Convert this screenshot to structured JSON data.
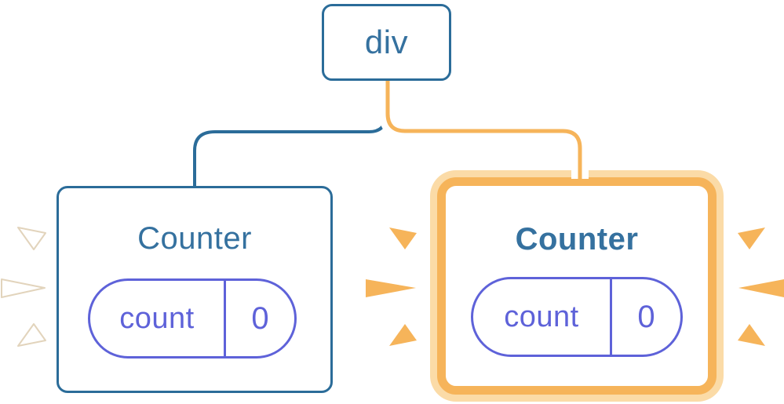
{
  "diagram": {
    "type": "component-tree",
    "root": {
      "label": "div"
    },
    "children": [
      {
        "label": "Counter",
        "highlighted": false,
        "state": {
          "key": "count",
          "value": "0"
        }
      },
      {
        "label": "Counter",
        "highlighted": true,
        "state": {
          "key": "count",
          "value": "0"
        }
      }
    ]
  },
  "colors": {
    "node_border_blue": "#2B6C99",
    "text_blue": "#35719F",
    "connector_blue": "#2B6C99",
    "highlight_orange": "#F6B45A",
    "highlight_glow": "#FBDBA7",
    "connector_casing_white": "#FFFFFF",
    "state_purple": "#5E62D9",
    "white_burst_fill": "#FFFFFF",
    "white_burst_edge": "#E2D4BC"
  },
  "icons": {
    "left_counter_burst": "white-burst-rays-icon",
    "right_counter_burst_left": "orange-burst-rays-icon",
    "right_counter_burst_right": "orange-burst-rays-icon"
  }
}
